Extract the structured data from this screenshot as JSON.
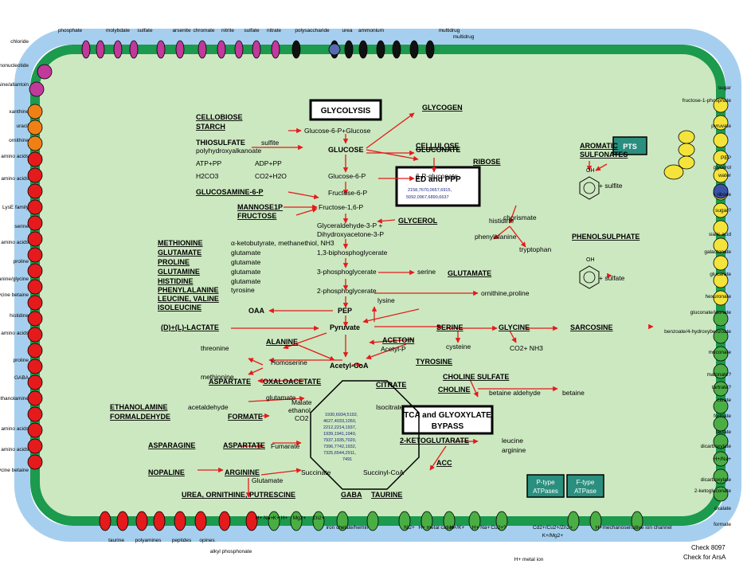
{
  "boxes": {
    "glycolysis": "GLYCOLYSIS",
    "ed_ppp_1": "ED and PPP",
    "tca_1": "TCA and GLYOXYLATE",
    "tca_2": "BYPASS",
    "pts": "PTS",
    "ptype_1": "P-type",
    "ptype_2": "ATPases",
    "ftype_1": "F-type",
    "ftype_2": "ATPase"
  },
  "substrates": {
    "cellobiose": "CELLOBIOSE",
    "starch": "STARCH",
    "thiosulfate": "THIOSULFATE",
    "glucosamine": "GLUCOSAMINE-6-P",
    "mannose": "MANNOSE1P",
    "fructose": "FRUCTOSE",
    "methionine": "METHIONINE",
    "glutamate": "GLUTAMATE",
    "proline": "PROLINE",
    "glutamine": "GLUTAMINE",
    "histidine": "HISTIDINE",
    "phenylalanine": "PHENYLALANINE",
    "leucine": "LEUCINE, VALINE",
    "isoleucine": "ISOLEUCINE",
    "lactate": "(D)+(L)-LACTATE",
    "alanine": "ALANINE",
    "aspartate": "ASPARTATE",
    "ethanolamine": "ETHANOLAMINE",
    "formaldehyde": "FORMALDEHYDE",
    "formate": "FORMATE",
    "asparagine": "ASPARAGINE",
    "aspartate2": "ASPARTATE",
    "nopaline": "NOPALINE",
    "arginine": "ARGININE",
    "urea": "UREA, ORNITHINE, PUTRESCINE",
    "gaba": "GABA",
    "taurine": "TAURINE",
    "glycogen": "GLYCOGEN",
    "cellulose": "CELLULOSE",
    "ribose": "RIBOSE",
    "glycerol": "GLYCEROL",
    "glutamate2": "GLUTAMATE",
    "serine": "SERINE",
    "glycine": "GLYCINE",
    "sarcosine": "SARCOSINE",
    "acetoin": "ACETOIN",
    "tyrosine": "TYROSINE",
    "choline_sulfate": "CHOLINE SULFATE",
    "choline": "CHOLINE",
    "citrate": "CITRATE",
    "twokg": "2-KETOGLUTARATE",
    "acc": "ACC",
    "aromatic_1": "AROMATIC",
    "aromatic_2": "SULFONATES",
    "phenolsulphate": "PHENOLSULPHATE"
  },
  "metabolites": {
    "g6p_glc": "Glucose-6-P+Glucose",
    "sulfite": "sulfite",
    "polyhydroxy": "polyhydroxyalkanoate",
    "atp_ppi": "ATP+PP",
    "adp_ppi": "ADP+PP",
    "h2co3": "H2CO3",
    "co2h2o": "CO2+H2O",
    "glucose": "GLUCOSE",
    "gluconate": "GLUCONATE",
    "g6p": "Glucose-6-P",
    "pg6": "6-P-gluconate",
    "f6p": "Fructose-6-P",
    "f16p": "Fructose-1,6-P",
    "histidine_l": "histidine",
    "chorismate": "chorismate",
    "phe": "phenylalanine",
    "tryptophan": "tryptophan",
    "gap1": "Glyceraldehyde-3-P +",
    "gap2": "Dihydroxyacetone-3-P",
    "bpg": "1,3-biphosphoglycerate",
    "pg3": "3-phosphoglycerate",
    "serine_l": "serine",
    "pg2": "2-phosphoglycerate",
    "orn_pro": "ornithine,proline",
    "akb": "α-ketobutyrate, methanethiol, NH3",
    "glu1": "glutamate",
    "glu2": "glutamate",
    "glu3": "glutamate",
    "glu4": "glutamate",
    "tyr": "tyrosine",
    "oaa": "OAA",
    "pep": "PEP",
    "lysine": "lysine",
    "pyruvate": "Pyruvate",
    "cysteine": "cysteine",
    "co2nh3": "CO2+ NH3",
    "threonine": "threonine",
    "homoserine": "Homoserine",
    "methionine_l": "methionine",
    "acetylp": "Acetyl-P",
    "acetylcoa": "Acetyl-CoA",
    "oxaloacetate": "OXALOACETATE",
    "glutamate_s": "glutamate",
    "malate": "Malate",
    "ethanol": "ethanol",
    "co2": "CO2",
    "betaine_ald": "betaine aldehyde",
    "betaine": "betaine",
    "acetaldehyde": "acetaldehyde",
    "isocitrate": "Isocitrate",
    "fumarate": "Fumarate",
    "leucine_l": "leucine",
    "arginine_l": "arginine",
    "succinate": "Succinate",
    "glutamate_g": "Glutamate",
    "succcoa": "Succinyl-CoA",
    "sulfite_r": "+ sulfite",
    "sulfate_r": "+ sulfate",
    "oh1": "OH",
    "oh2": "OH"
  },
  "right_labels": [
    "sugar",
    "fructose-1-phosphate",
    "pyruvate",
    "PEP",
    "glycerol",
    "water",
    "ribose",
    "sugar?",
    "sialic acid",
    "galactonate",
    "glucarate",
    "hexuronate",
    "gluconate/idonate",
    "benzoate/4-hydroxybenzoate",
    "muconate",
    "malonate?",
    "tartrate?",
    "citrate",
    "formate",
    "lactate",
    "dicarboxylate",
    "H+/Na+",
    "dicarboxylate",
    "2-ketogluconate",
    "oxalate",
    "formate"
  ],
  "left_labels": [
    "chloride",
    "nicotinamide mononucleotide",
    "purine/cytosine/allantoin",
    "xanthine",
    "uracil",
    "ornithine",
    "arginine amino acids",
    "amino acids",
    "LysE family",
    "serine",
    "branched chain amino acids",
    "proline",
    "alanine/glycine",
    "glycine betaine",
    "histidine",
    "aromatic amino acids",
    "proline",
    "GABA",
    "ethanolamine",
    "amino acids",
    "branched chain amino acids",
    "amino acids/glycine betaine"
  ],
  "top_labels": [
    "phosphate",
    "molybdate",
    "sulfate",
    "arsenite",
    "chromate",
    "nitrite",
    "sulfate",
    "nitrate",
    "polysaccharide",
    "urea",
    "ammonium",
    "multidrug",
    "multidrug"
  ],
  "bottom_labels": [
    "taurine",
    "polyamines",
    "peptides",
    "opines",
    "alkyl phosphonate",
    "H+ Na+",
    "K+ H+",
    "Mg2+",
    "Zn2+",
    "iron chelate/hemin",
    "Ni2+",
    "H+ metal cation",
    "H+/K+",
    "H+ Na+",
    "Cu2+?",
    "H+ metal ion",
    "Cd2+/Cu2+/Zn2+",
    "K+/Mg2+",
    "H+",
    "mechanosensitive ion channel"
  ],
  "notes": [
    "Check 8097",
    "Check for ArsA"
  ],
  "energy": [
    "ATP",
    "ADP",
    "H+",
    "Na+"
  ],
  "colors": {
    "outer_membrane": "#a6cfef",
    "inner_membrane": "#1c9a4d",
    "cytoplasm": "#cce8c0",
    "red_transporter": "#e41a1c",
    "magenta_transporter": "#c0399b",
    "yellow_transporter": "#f4e33b",
    "green_transporter": "#4aae44",
    "black_transporter": "#111111",
    "orange_transporter": "#f07f16",
    "arrow": "#e41a1c",
    "id_text": "#1a237e",
    "pts_box": "#2a8f7f"
  }
}
